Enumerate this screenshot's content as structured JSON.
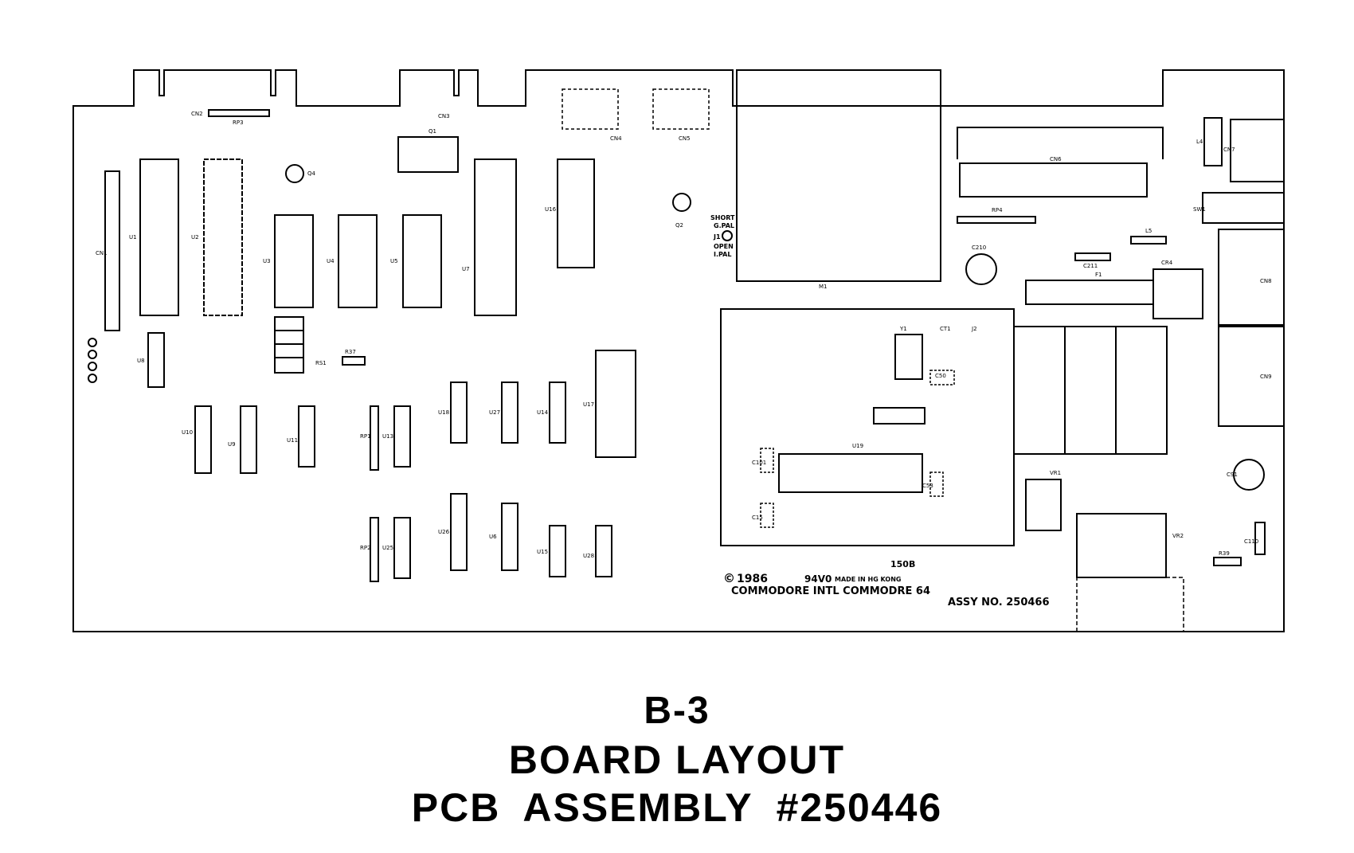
{
  "caption": {
    "code": "B-3",
    "title": "BOARD LAYOUT",
    "assembly": "PCB ASSEMBLY  #250446"
  },
  "board": {
    "copyright_year": "1986",
    "rating": "94V0",
    "made_in": "MADE IN HG KONG",
    "maker_line": "COMMODORE INTL COMMODRE 64",
    "assy": "ASSY NO. 250466",
    "rev": "150B",
    "jumper": {
      "short": "SHORT",
      "short_mode": "G.PAL",
      "open": "OPEN",
      "open_mode": "I.PAL",
      "name": "J1"
    },
    "ports": [
      "CN2",
      "CN3",
      "CN4",
      "CN5",
      "CN6",
      "CN7",
      "CN8",
      "CN9",
      "CN1"
    ],
    "chips": [
      "U1",
      "U2",
      "U3",
      "U4",
      "U5",
      "U7",
      "U16",
      "U8",
      "U10",
      "U9",
      "U11",
      "U13",
      "U18",
      "U27",
      "U14",
      "U17",
      "U25",
      "U26",
      "U6",
      "U15",
      "U19",
      "U28"
    ],
    "labels": [
      "RP3",
      "RP4",
      "Q1",
      "Q2",
      "Q4",
      "M1",
      "F1",
      "CR4",
      "VR1",
      "VR2",
      "SW1",
      "L4",
      "L5",
      "Y1",
      "CT1",
      "J2",
      "RP1",
      "RP2",
      "C210",
      "C211",
      "C91",
      "C110",
      "R39",
      "C101",
      "C15",
      "C53",
      "C50",
      "R37",
      "RS1"
    ]
  }
}
